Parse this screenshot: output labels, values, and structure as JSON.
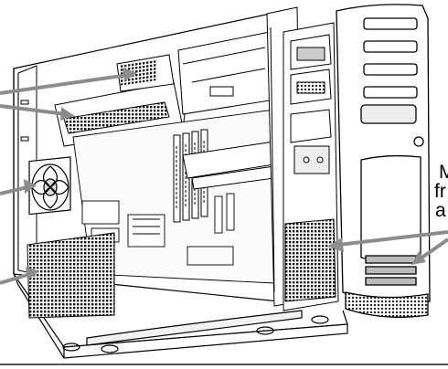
{
  "callout": {
    "lines": [
      "M",
      "fr",
      "a"
    ]
  },
  "colors": {
    "line": "#000000",
    "arrow": "#8c8c8c",
    "mesh": "#1a1a1a",
    "panel": "#ffffff",
    "shade": "#e8e8e8"
  },
  "icons": [
    "power-supply-icon",
    "cpu-fan-icon",
    "rear-fan-icon",
    "memory-module-icon",
    "drive-bay-icon",
    "front-bezel-icon",
    "air-vent-icon"
  ]
}
